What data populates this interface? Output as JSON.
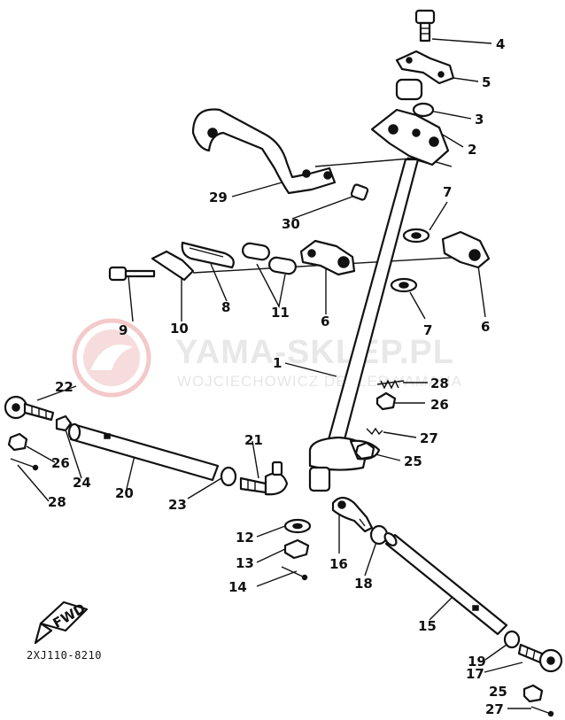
{
  "diagram_code": "2XJ110-8210",
  "fwd_label": "FWD",
  "watermark": {
    "brand": "YAMA-SKLEP.PL",
    "tagline": "WOJCIECHOWICZ DEALER YAMAHA"
  },
  "callouts": [
    {
      "id": "4",
      "label": "4"
    },
    {
      "id": "5",
      "label": "5"
    },
    {
      "id": "3",
      "label": "3"
    },
    {
      "id": "2",
      "label": "2"
    },
    {
      "id": "29",
      "label": "29"
    },
    {
      "id": "30",
      "label": "30"
    },
    {
      "id": "7a",
      "label": "7"
    },
    {
      "id": "8",
      "label": "8"
    },
    {
      "id": "9",
      "label": "9"
    },
    {
      "id": "10",
      "label": "10"
    },
    {
      "id": "11",
      "label": "11"
    },
    {
      "id": "6a",
      "label": "6"
    },
    {
      "id": "7b",
      "label": "7"
    },
    {
      "id": "6b",
      "label": "6"
    },
    {
      "id": "1",
      "label": "1"
    },
    {
      "id": "22",
      "label": "22"
    },
    {
      "id": "28a",
      "label": "28"
    },
    {
      "id": "26a",
      "label": "26"
    },
    {
      "id": "27a",
      "label": "27"
    },
    {
      "id": "25a",
      "label": "25"
    },
    {
      "id": "26b",
      "label": "26"
    },
    {
      "id": "24",
      "label": "24"
    },
    {
      "id": "20",
      "label": "20"
    },
    {
      "id": "21",
      "label": "21"
    },
    {
      "id": "23",
      "label": "23"
    },
    {
      "id": "28b",
      "label": "28"
    },
    {
      "id": "12",
      "label": "12"
    },
    {
      "id": "13",
      "label": "13"
    },
    {
      "id": "14",
      "label": "14"
    },
    {
      "id": "16",
      "label": "16"
    },
    {
      "id": "18",
      "label": "18"
    },
    {
      "id": "15",
      "label": "15"
    },
    {
      "id": "19",
      "label": "19"
    },
    {
      "id": "17",
      "label": "17"
    },
    {
      "id": "25b",
      "label": "25"
    },
    {
      "id": "27b",
      "label": "27"
    }
  ]
}
